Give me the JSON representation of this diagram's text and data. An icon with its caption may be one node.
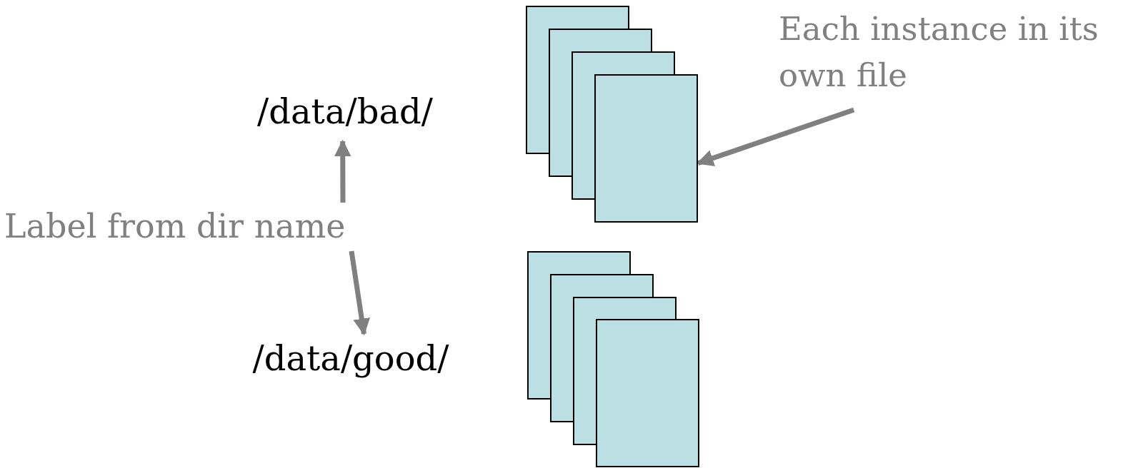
{
  "diagram": {
    "nodes": [
      {
        "text": [
          "/data/bad/"
        ]
      },
      {
        "text": [
          "Label from dir name"
        ]
      },
      {
        "text": [
          "/data/good/"
        ]
      },
      {
        "text": [
          "Each instance in its own file"
        ]
      },
      {
        "text": [],
        "shape": "box"
      },
      {
        "text": [],
        "shape": "box"
      },
      {
        "text": [],
        "shape": "box"
      },
      {
        "text": [],
        "shape": "box"
      },
      {
        "text": [],
        "shape": "box"
      },
      {
        "text": [],
        "shape": "box"
      },
      {
        "text": [],
        "shape": "box"
      },
      {
        "text": [],
        "shape": "box"
      }
    ],
    "edges": [
      {
        "from": 1,
        "to": 0,
        "arrow": "to"
      },
      {
        "from": 1,
        "to": 2,
        "arrow": "to"
      },
      {
        "from": 3,
        "to": 7,
        "arrow": "to"
      }
    ]
  }
}
